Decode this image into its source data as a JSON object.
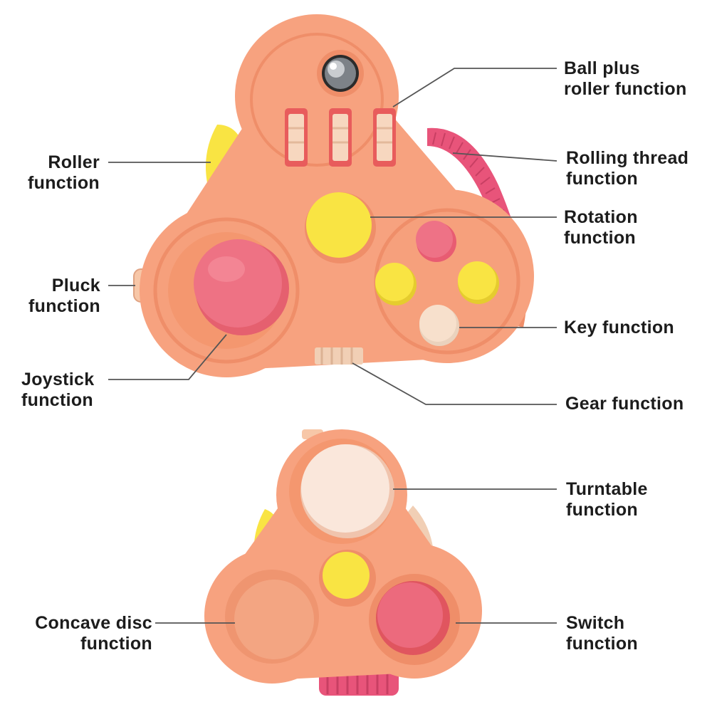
{
  "diagram": {
    "colors": {
      "body": "#f7a27f",
      "body_shade": "#ef8e69",
      "body_light": "#fbb896",
      "pink": "#ec6a7d",
      "yellow": "#f9e443",
      "cream": "#f7e0cc",
      "rubber_pink": "#e8547a",
      "metal": "#9aa0a6",
      "leader": "#555555"
    },
    "labels": {
      "ball_roller": "Ball plus\nroller function",
      "rolling_thread": "Rolling thread\nfunction",
      "rotation": "Rotation\nfunction",
      "key": "Key function",
      "gear": "Gear function",
      "roller": "Roller\nfunction",
      "pluck": "Pluck\nfunction",
      "joystick": "Joystick\nfunction",
      "turntable": "Turntable\nfunction",
      "switch": "Switch\nfunction",
      "concave_disc": "Concave disc\nfunction"
    }
  }
}
